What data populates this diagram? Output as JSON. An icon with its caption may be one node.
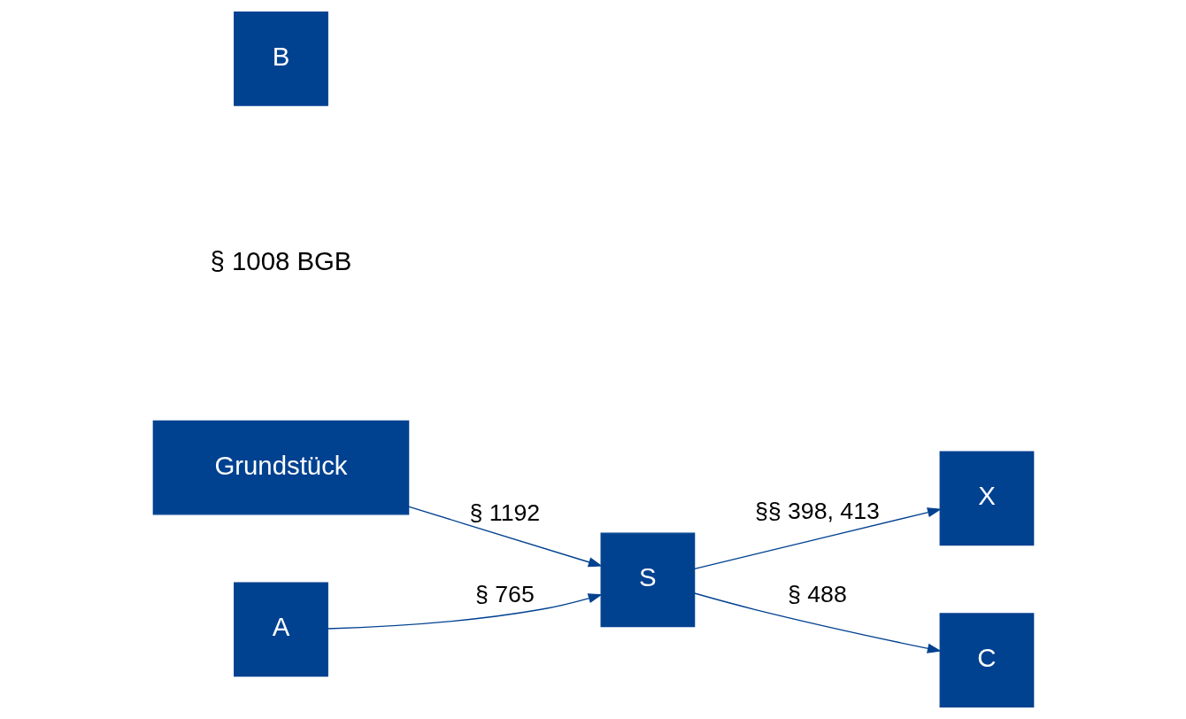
{
  "diagram": {
    "nodes": [
      {
        "text": [
          "B"
        ]
      },
      {
        "text": [
          "A"
        ]
      },
      {
        "text": [
          "S"
        ]
      },
      {
        "text": [
          "X"
        ]
      },
      {
        "text": [
          "Grundstück"
        ]
      },
      {
        "text": [
          "C"
        ]
      }
    ],
    "edges": [
      {
        "from": 1,
        "to": 2,
        "arrow": "to",
        "label": "§ 765"
      },
      {
        "from": 2,
        "to": 3,
        "arrow": "to",
        "label": "§§ 398, 413"
      },
      {
        "from": 4,
        "to": 2,
        "arrow": "to",
        "label": "§ 1192"
      },
      {
        "from": 2,
        "to": 5,
        "arrow": "to",
        "label": "§ 488"
      }
    ],
    "labels": [
      "§ 1008 BGB"
    ]
  }
}
